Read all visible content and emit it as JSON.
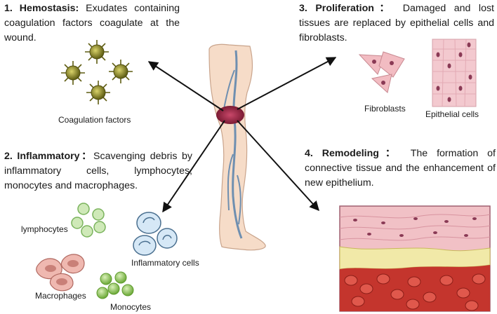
{
  "stages": [
    {
      "title": "1. Hemostasis:",
      "body": " Exudates containing coagulation factors coagulate at the wound."
    },
    {
      "title": "2. Inflammatory：",
      "body": "Scavenging debris by inflammatory cells, lymphocytes, monocytes and macrophages."
    },
    {
      "title": "3. Proliferation：",
      "body": " Damaged and lost tissues are replaced by epithelial cells and fibroblasts."
    },
    {
      "title": "4. Remodeling：",
      "body": " The formation of connective tissue and the enhancement of new epithelium."
    }
  ],
  "labels": {
    "coagulation_factors": "Coagulation factors",
    "fibroblasts": "Fibroblasts",
    "epithelial_cells": "Epithelial cells",
    "lymphocytes": "lymphocytes",
    "inflammatory_cells": "Inflammatory cells",
    "macrophages": "Macrophages",
    "monocytes": "Monocytes"
  },
  "colors": {
    "skin": "#f6dcc8",
    "vein": "#6f8fb0",
    "wound": "#8b1f3a",
    "coag": "#7c7a20",
    "fibro": "#f2bcc2",
    "lymph": "#9ccf80",
    "inflam": "#c9dff0",
    "macro": "#e8a6a0",
    "mono": "#8cc756",
    "blood": "#c4352d",
    "fat": "#f1e9a8"
  }
}
